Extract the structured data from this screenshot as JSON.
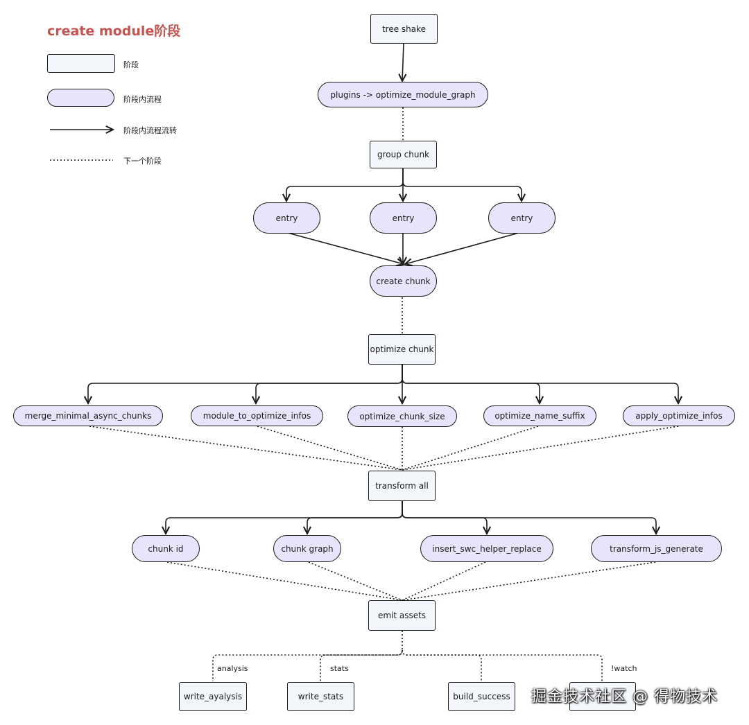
{
  "legend": {
    "title": "create module阶段",
    "items": [
      {
        "key": "stage",
        "label": "阶段"
      },
      {
        "key": "inner_flow",
        "label": "阶段内流程"
      },
      {
        "key": "inner_transition",
        "label": "阶段内流程流转"
      },
      {
        "key": "next_stage",
        "label": "下一个阶段"
      }
    ]
  },
  "nodes": {
    "tree_shake": "tree shake",
    "optimize_module_graph": "plugins -> optimize_module_graph",
    "group_chunk": "group chunk",
    "entry_1": "entry",
    "entry_2": "entry",
    "entry_3": "entry",
    "create_chunk": "create chunk",
    "optimize_chunk": "optimize chunk",
    "merge_minimal_async_chunks": "merge_minimal_async_chunks",
    "module_to_optimize_infos": "module_to_optimize_infos",
    "optimize_chunk_size": "optimize_chunk_size",
    "optimize_name_suffix": "optimize_name_suffix",
    "apply_optimize_infos": "apply_optimize_infos",
    "transform_all": "transform all",
    "chunk_id": "chunk id",
    "chunk_graph": "chunk graph",
    "insert_swc_helper_replace": "insert_swc_helper_replace",
    "transform_js_generate": "transform_js_generate",
    "emit_assets": "emit assets",
    "write_ayalysis": "write_ayalysis",
    "write_stats": "write_stats",
    "build_success": "build_success",
    "last_node": ""
  },
  "branches": {
    "analysis": "analysis",
    "stats": "stats",
    "watch": "!watch"
  },
  "watermark": "掘金技术社区 @ 得物技术"
}
